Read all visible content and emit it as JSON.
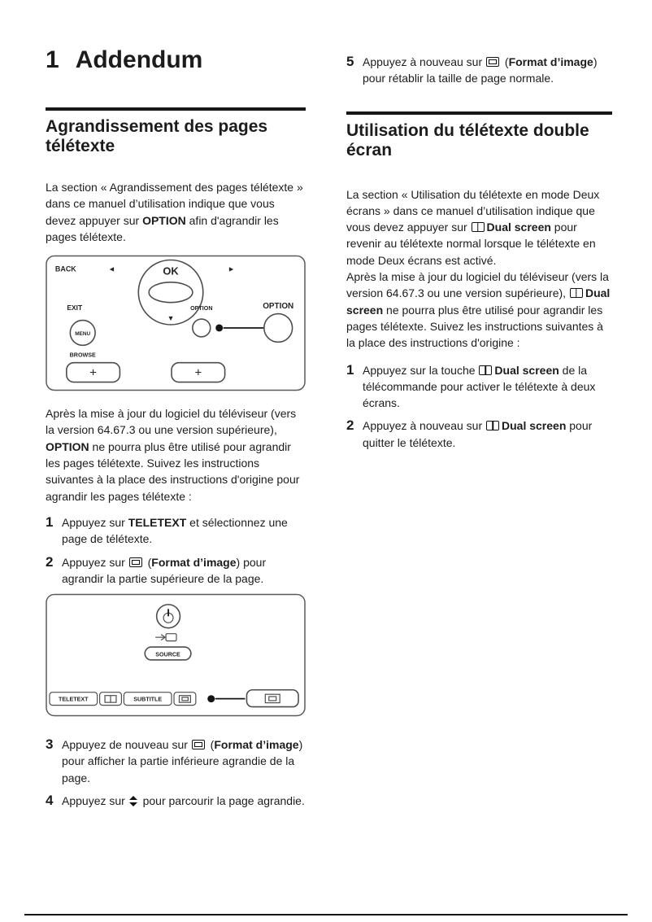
{
  "document": {
    "chapter_number": "1",
    "chapter_title": "Addendum"
  },
  "icons": {
    "picture_format": "picture-format-icon",
    "dual_screen": "dual-screen-icon",
    "up_down_arrows": "up-down-arrows-icon"
  },
  "left_column": {
    "section_title": "Agrandissement des pages télétexte",
    "para1": {
      "t1": "La section « Agrandissement des pages télétexte » dans ce manuel d’utilisation indique que vous devez appuyer sur ",
      "b1": "OPTION",
      "t2": " afin d'agrandir les pages télétexte."
    },
    "remote1": {
      "back": "BACK",
      "left_arrow": "◄",
      "ok": "OK",
      "right_arrow": "►",
      "down_arrow": "▼",
      "exit": "EXIT",
      "menu": "MENU",
      "browse": "BROWSE",
      "option_small": "OPTION",
      "option_callout": "OPTION",
      "plus_left": "+",
      "plus_right": "+"
    },
    "para2": {
      "t1": "Après la mise à jour du logiciel du téléviseur (vers la version 64.67.3 ou une version supérieure), ",
      "b1": "OPTION",
      "t2": " ne pourra plus être utilisé pour agrandir les pages télétexte. Suivez les instructions suivantes à la place des instructions d'origine pour agrandir les pages télétexte :"
    },
    "step1": {
      "num": "1",
      "t1": "Appuyez sur ",
      "b1": "TELETEXT",
      "t2": " et sélectionnez une page de télétexte."
    },
    "step2": {
      "num": "2",
      "t1": "Appuyez sur ",
      "t2": " (",
      "b1": "Format d’image",
      "t3": ") pour agrandir la partie supérieure de la page."
    },
    "remote2": {
      "source": "SOURCE",
      "teletext": "TELETEXT",
      "subtitle": "SUBTITLE"
    },
    "step3": {
      "num": "3",
      "t1": "Appuyez de nouveau sur ",
      "t2": " (",
      "b1": "Format d’image",
      "t3": ") pour afficher la partie inférieure agrandie de la page."
    },
    "step4": {
      "num": "4",
      "t1": "Appuyez sur ",
      "t2": " pour parcourir la page agrandie."
    }
  },
  "right_column": {
    "step5": {
      "num": "5",
      "t1": "Appuyez à nouveau sur ",
      "t2": " (",
      "b1": "Format d’image",
      "t3": ") pour rétablir la taille de page normale."
    },
    "section_title": "Utilisation du télétexte double écran",
    "para1a": {
      "t1": "La section « Utilisation du télétexte en mode Deux écrans » dans ce manuel d’utilisation indique que vous devez appuyer sur ",
      "b1": "Dual screen",
      "t2": " pour revenir au télétexte normal lorsque le télétexte en mode Deux écrans est activé."
    },
    "para1b": {
      "t1": "Après la mise à jour du logiciel du téléviseur (vers la version 64.67.3 ou une version supérieure), ",
      "b1": "Dual screen",
      "t2": " ne pourra plus être utilisé pour agrandir les pages télétexte. Suivez les instructions suivantes à la place des instructions d'origine :"
    },
    "step1": {
      "num": "1",
      "t1": "Appuyez sur la touche ",
      "b1": "Dual screen",
      "t2": " de la télécommande pour activer le télétexte à deux écrans."
    },
    "step2": {
      "num": "2",
      "t1": "Appuyez à nouveau sur ",
      "b1": "Dual screen",
      "t2": " pour quitter le télétexte."
    }
  }
}
